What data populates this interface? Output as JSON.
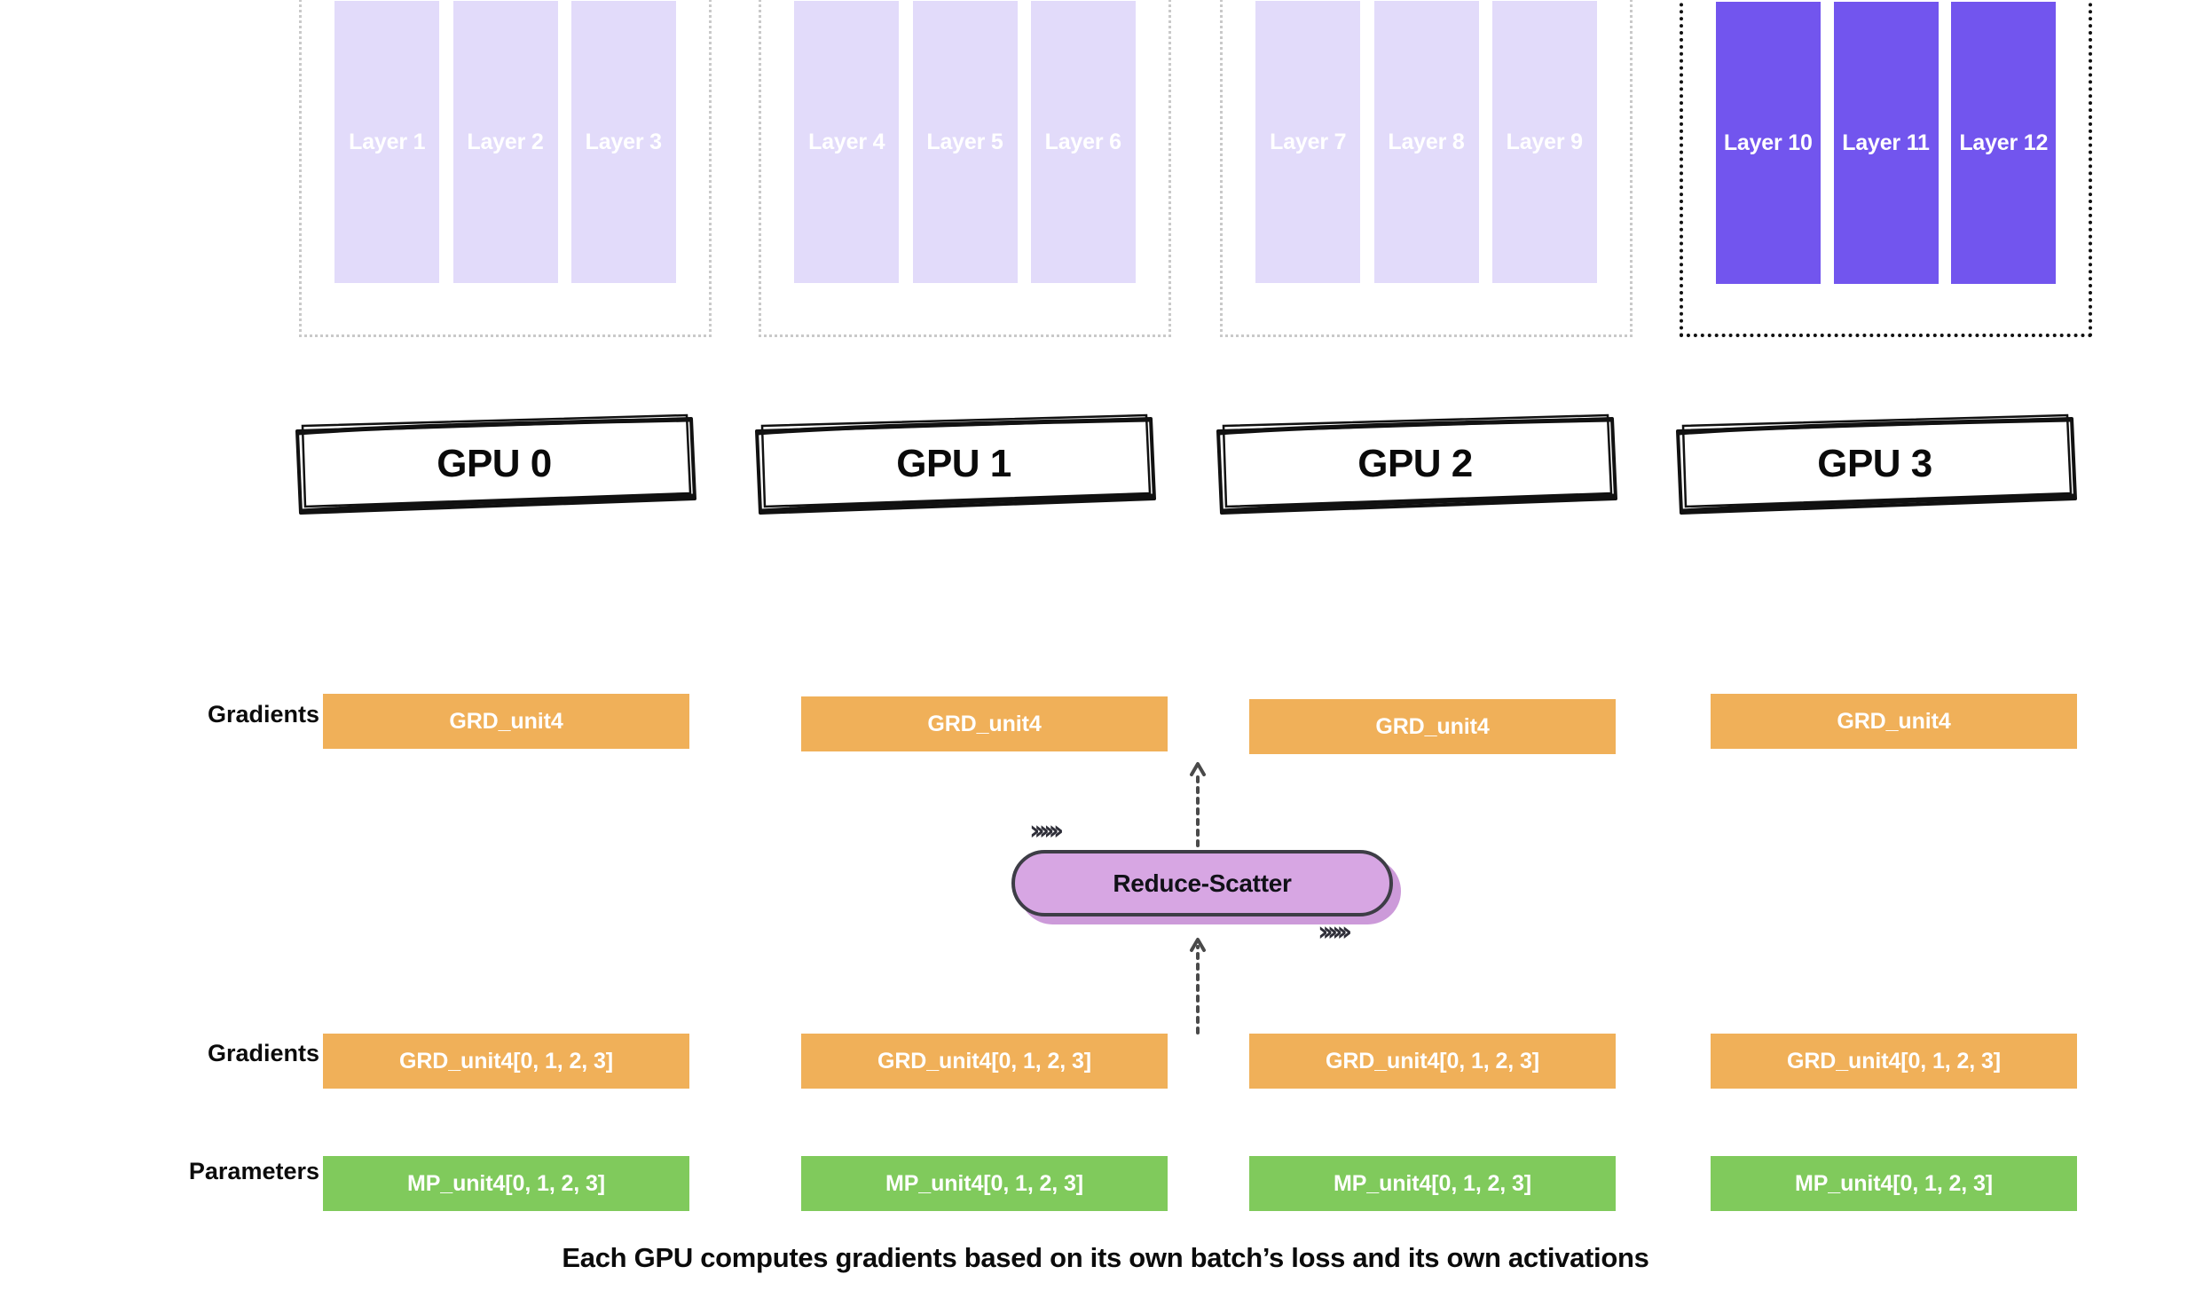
{
  "diagram": {
    "caption": "Each GPU computes gradients based on its own batch’s loss and its own activations",
    "colors": {
      "layer_inactive": "#e2dbfa",
      "layer_active": "#7255ee",
      "gradient_bar": "#f0b059",
      "parameter_bar": "#80ca5c",
      "collective_fill": "#d7a6e3",
      "collective_stroke": "#3d3d46",
      "group_border_inactive": "#c9c9c9",
      "group_border_active": "#111111"
    },
    "row_labels": {
      "gradients_top": "Gradients",
      "gradients_bottom": "Gradients",
      "parameters": "Parameters"
    },
    "collective": {
      "label": "Reduce-Scatter",
      "chevron_top": "››››››",
      "chevron_bottom": "››››››"
    },
    "gpus": [
      {
        "name": "GPU 0",
        "layers": [
          "Layer 1",
          "Layer 2",
          "Layer 3"
        ],
        "highlighted": false,
        "gradients_top": "GRD_unit4",
        "gradients_bottom": "GRD_unit4[0, 1, 2, 3]",
        "parameters": "MP_unit4[0, 1, 2, 3]"
      },
      {
        "name": "GPU 1",
        "layers": [
          "Layer 4",
          "Layer 5",
          "Layer 6"
        ],
        "highlighted": false,
        "gradients_top": "GRD_unit4",
        "gradients_bottom": "GRD_unit4[0, 1, 2, 3]",
        "parameters": "MP_unit4[0, 1, 2, 3]"
      },
      {
        "name": "GPU 2",
        "layers": [
          "Layer 7",
          "Layer 8",
          "Layer 9"
        ],
        "highlighted": false,
        "gradients_top": "GRD_unit4",
        "gradients_bottom": "GRD_unit4[0, 1, 2, 3]",
        "parameters": "MP_unit4[0, 1, 2, 3]"
      },
      {
        "name": "GPU 3",
        "layers": [
          "Layer 10",
          "Layer 11",
          "Layer 12"
        ],
        "highlighted": true,
        "gradients_top": "GRD_unit4",
        "gradients_bottom": "GRD_unit4[0, 1, 2, 3]",
        "parameters": "MP_unit4[0, 1, 2, 3]"
      }
    ]
  }
}
